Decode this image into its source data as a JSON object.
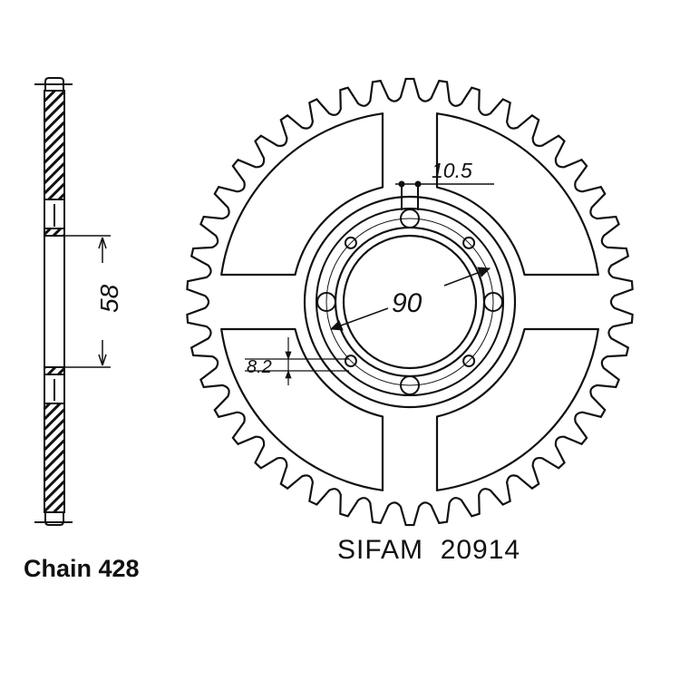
{
  "diagram": {
    "teeth_count": 42,
    "dimensions": {
      "hub_height": "58",
      "bore_diameter": "90",
      "hole_diameter": "8.2",
      "bolt_hole_width": "10.5"
    },
    "manufacturer_label": "SIFAM",
    "part_number": "20914",
    "chain_label": "Chain 428",
    "line_color": "#111111"
  }
}
